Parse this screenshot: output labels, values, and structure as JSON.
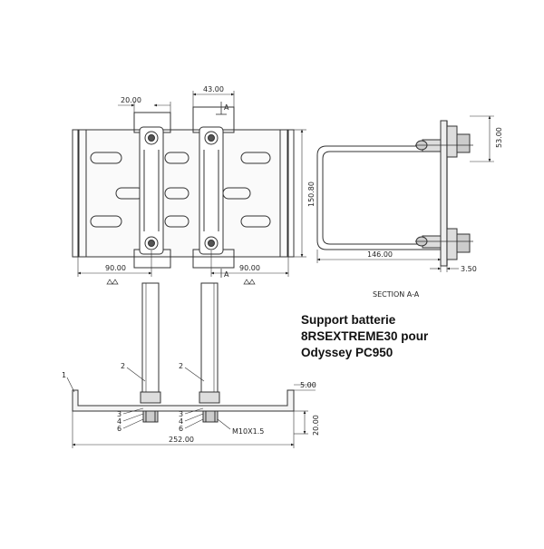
{
  "caption": {
    "line1": "Support batterie",
    "line2": "8RSEXTREME30 pour",
    "line3": "Odyssey PC950"
  },
  "section_label": "SECTION A-A",
  "top_view": {
    "dim_left_width": "20.00",
    "dim_right_width": "43.00",
    "dim_height": "150.80",
    "dim_bottom_left": "90.00",
    "dim_bottom_right": "90.00",
    "section_mark_left": "A",
    "section_mark_right": "A"
  },
  "section_view": {
    "dim_height": "53.00",
    "dim_width": "146.00",
    "dim_thickness": "3.50"
  },
  "front_view": {
    "dim_plate": "5.00",
    "dim_height": "20.00",
    "dim_total_width": "252.00",
    "bolt_spec": "M10X1.5",
    "callouts": [
      "1",
      "2",
      "2",
      "3",
      "4",
      "6",
      "3",
      "4",
      "6"
    ]
  }
}
